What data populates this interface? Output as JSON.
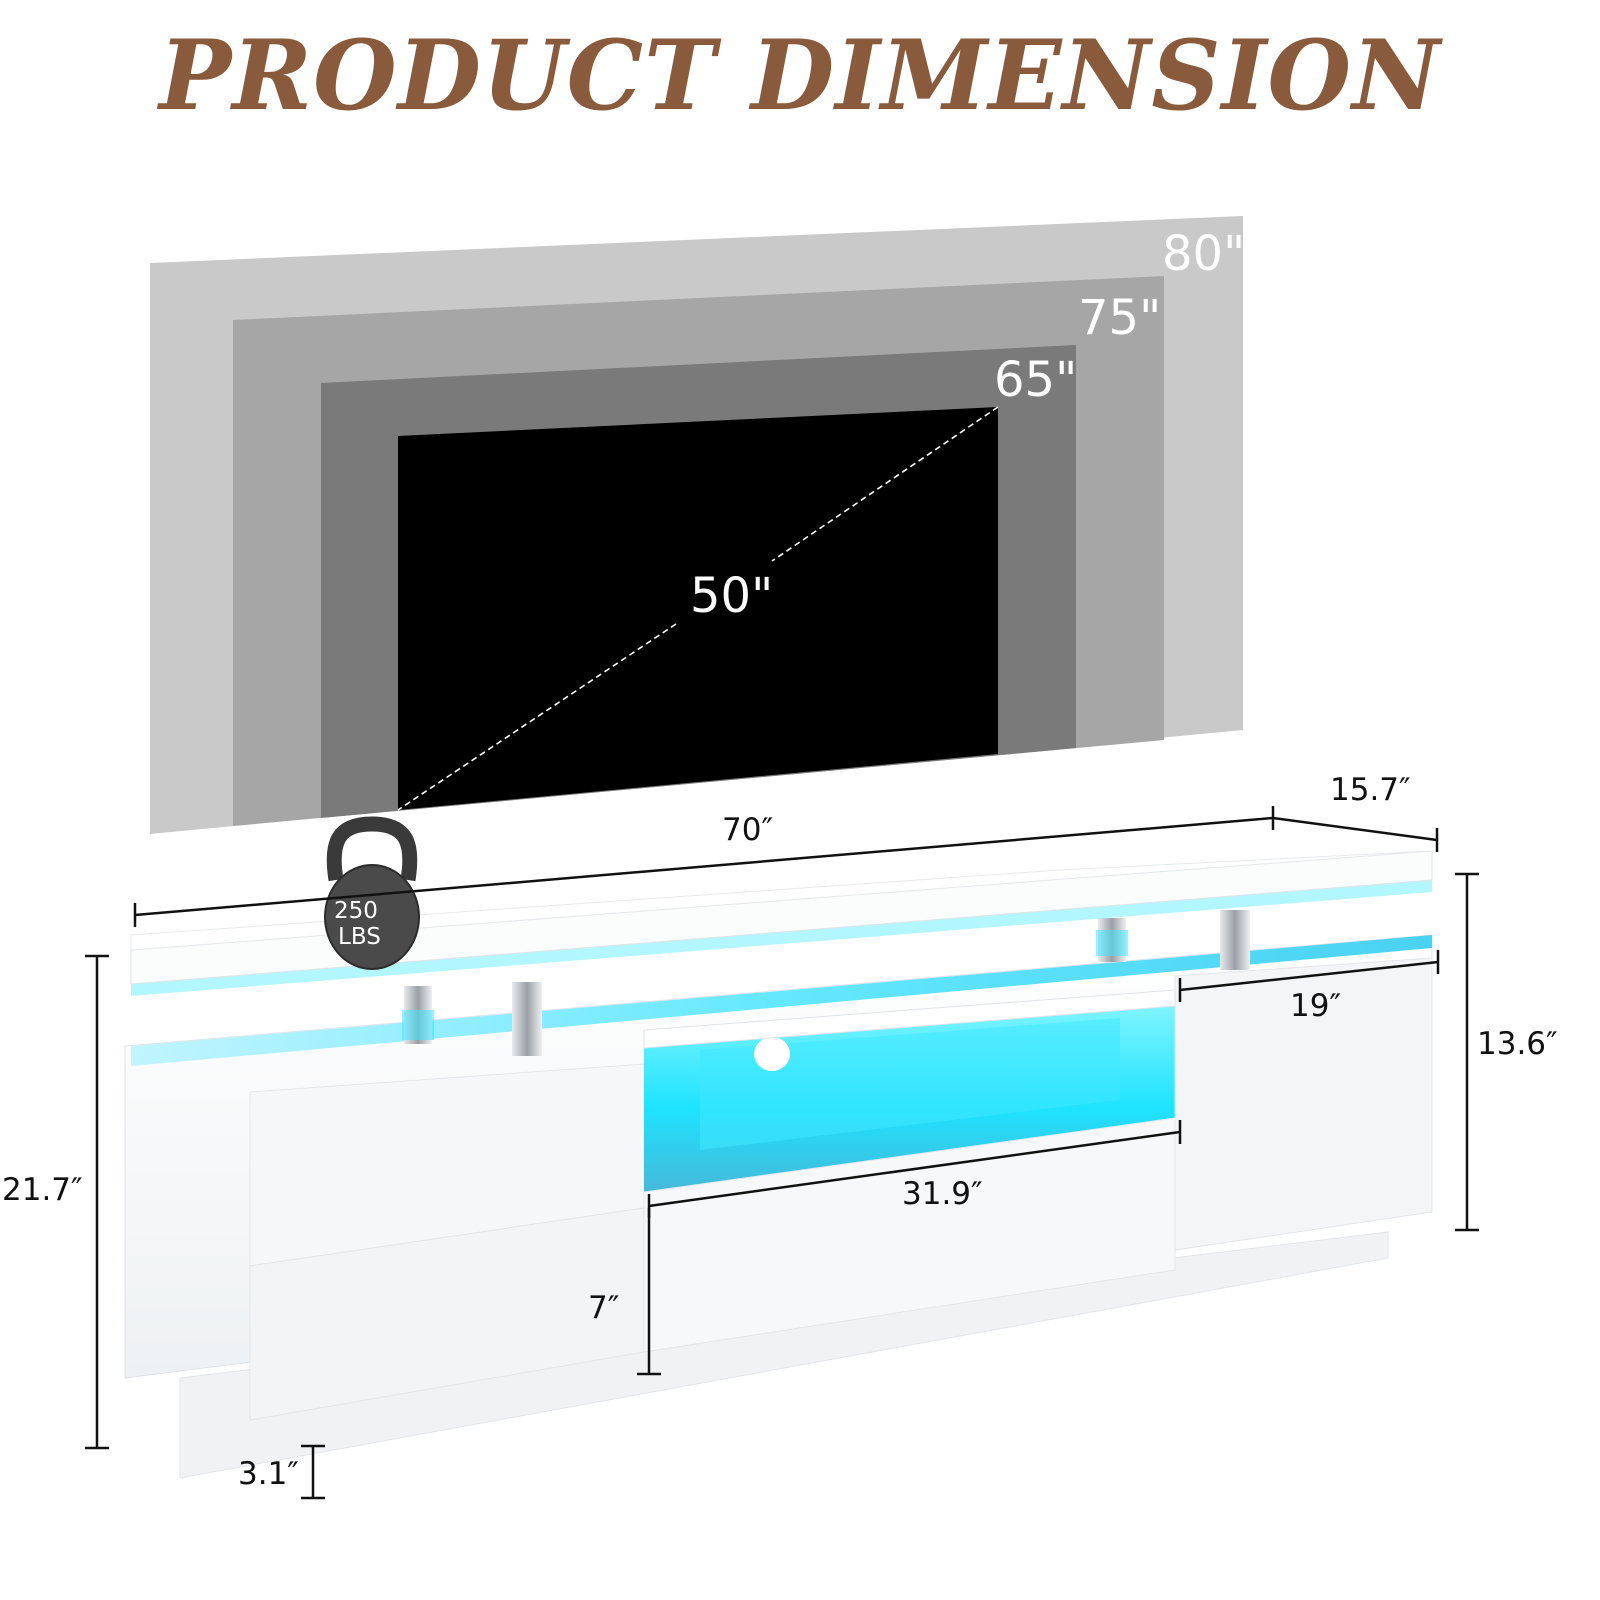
{
  "title": "PRODUCT DIMENSION",
  "tv_sizes": [
    "80\"",
    "75\"",
    "65\"",
    "50\""
  ],
  "weight": {
    "value": "250",
    "unit": "LBS"
  },
  "dimensions": {
    "width": "70″",
    "depth": "15.7″",
    "side_width": "19″",
    "side_height": "13.6″",
    "total_height": "21.7″",
    "open_width": "31.9″",
    "drawer_height": "7″",
    "base_height": "3.1″"
  },
  "colors": {
    "title": "#8a5a3c",
    "tv_80": "#c9c9c9",
    "tv_75": "#a6a6a6",
    "tv_65": "#7a7a7a",
    "tv_50": "#000000",
    "led": "#20e6ff"
  }
}
